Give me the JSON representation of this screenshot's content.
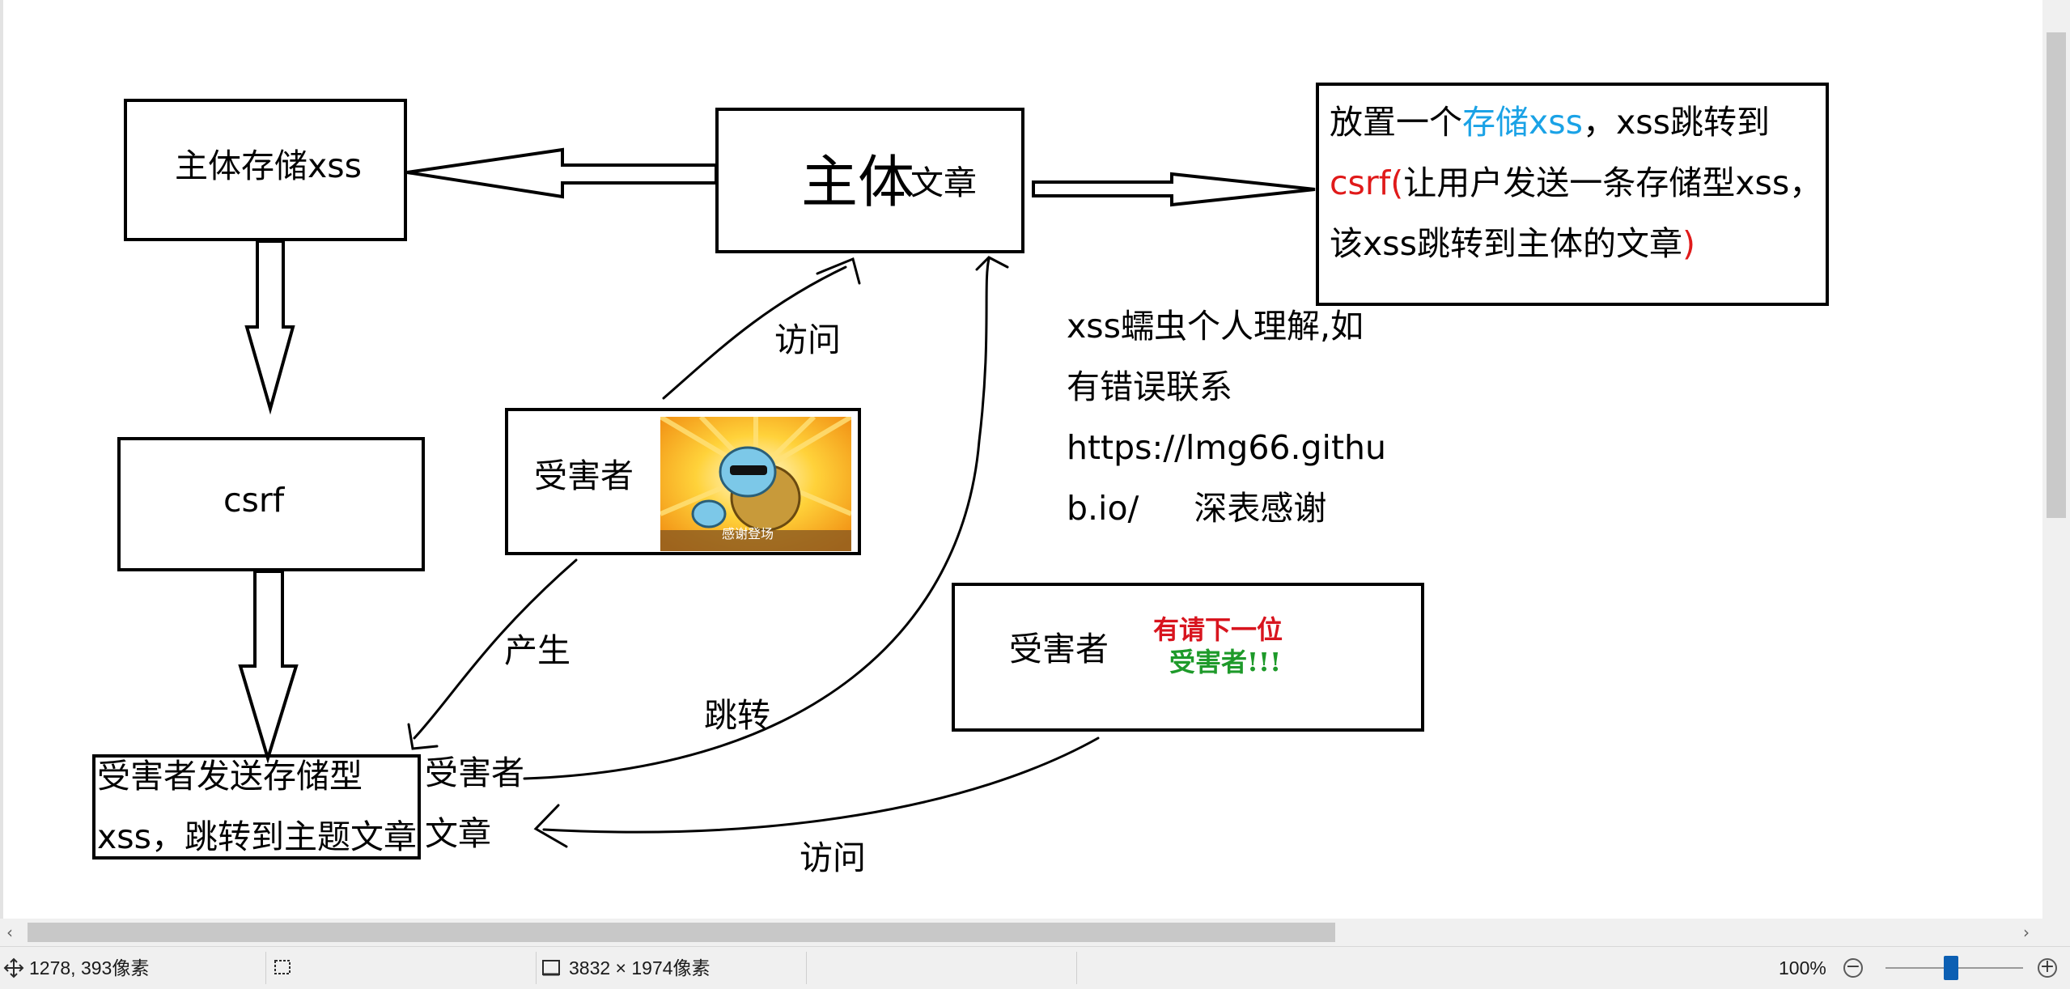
{
  "diagram": {
    "main_article": {
      "big": "主体",
      "small": "文章"
    },
    "main_stored_xss": "主体存储xss",
    "csrf_box": "csrf",
    "victim_sends": {
      "line1": "受害者发送存储型",
      "line2": "xss，跳转到主题文章"
    },
    "victim_article": {
      "line1": "受害者",
      "line2": "文章"
    },
    "victim_box_1": {
      "label": "受害者",
      "image_caption": "感谢登场"
    },
    "victim_box_2": {
      "label": "受害者",
      "sticker_line1": "有请下一位",
      "sticker_line2": "受害者!!!"
    },
    "plan_box": {
      "l1a": "放置一个",
      "l1b": "存储xss",
      "l1c": "，xss跳转到",
      "l2a": "csrf(",
      "l2b": "让用户发送一条存储型xss，",
      "l3a": "该xss跳转到主体的文章",
      "l3b": ")"
    },
    "note": {
      "line1": "xss蠕虫个人理解,如",
      "line2": "有错误联系",
      "line3": "https://lmg66.githu",
      "line4a": "b.io/",
      "line4b": "深表感谢"
    },
    "labels": {
      "visit_top": "访问",
      "produce": "产生",
      "jump": "跳转",
      "visit_bottom": "访问"
    },
    "colors": {
      "highlight_blue": "#1aa2e6",
      "highlight_red": "#e01a1a"
    }
  },
  "statusbar": {
    "cursor_position": "1278, 393像素",
    "image_size": "3832 × 1974像素",
    "zoom": "100%",
    "zoom_level_percent": 100,
    "icons": [
      "move-cursor-icon",
      "selection-icon",
      "image-size-icon",
      "zoom-out-icon",
      "zoom-in-icon"
    ]
  }
}
